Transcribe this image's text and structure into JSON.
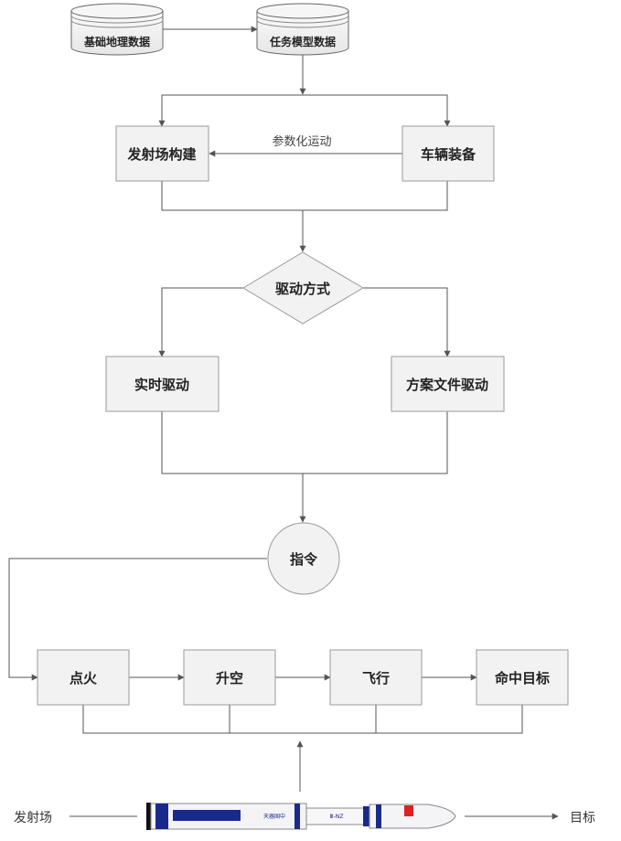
{
  "databases": {
    "geo": "基础地理数据",
    "mission": "任务模型数据"
  },
  "nodes": {
    "launch_site_build": "发射场构建",
    "vehicle_equip": "车辆装备",
    "drive_mode": "驱动方式",
    "realtime_drive": "实时驱动",
    "plan_file_drive": "方案文件驱动",
    "command": "指令",
    "ignition": "点火",
    "liftoff": "升空",
    "flight": "飞行",
    "hit_target": "命中目标"
  },
  "edge_labels": {
    "param_motion": "参数化运动"
  },
  "trajectory": {
    "start_label": "发射场",
    "end_label": "目标"
  },
  "rocket": {
    "body_text": "天器国中",
    "stage_text": "Ⅲ-NZ",
    "colors": {
      "stripe": "#1a2a8c",
      "flag": "#e02020",
      "body": "#f4f4f6"
    }
  },
  "colors": {
    "node_fill": "#f2f2f2",
    "node_stroke": "#9a9a9a",
    "line": "#555555"
  }
}
